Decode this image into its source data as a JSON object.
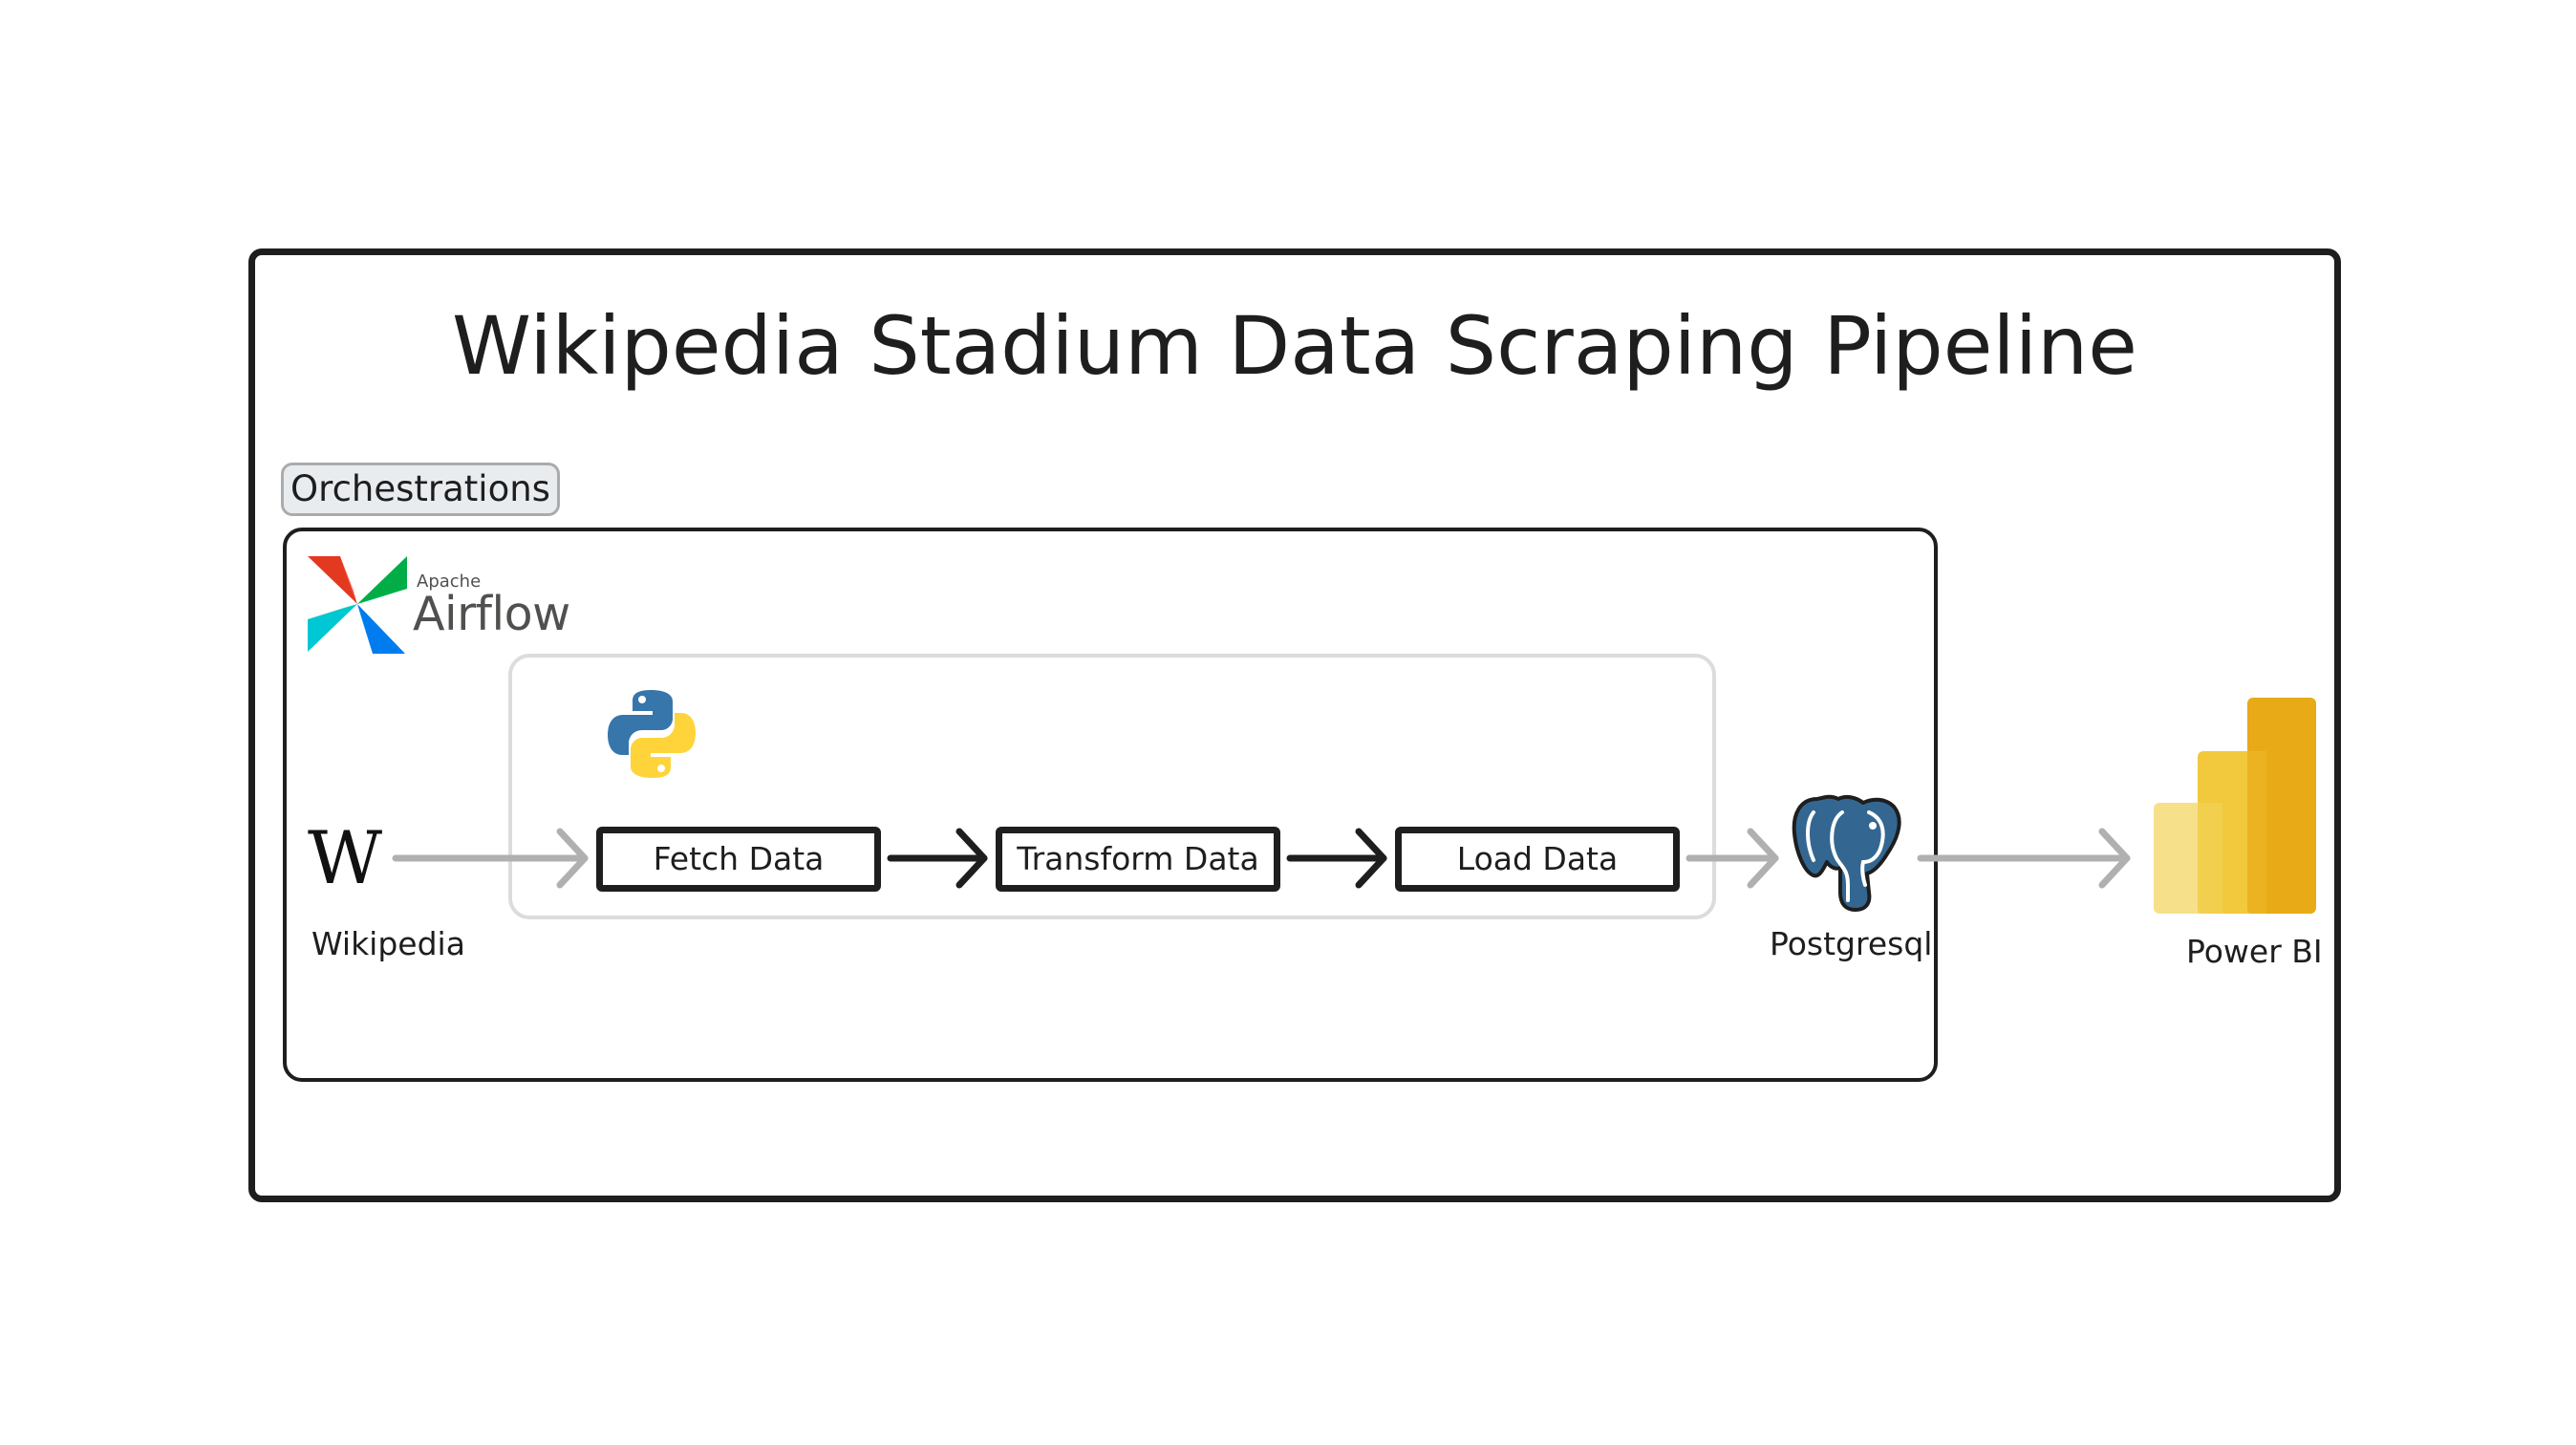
{
  "diagram": {
    "title": "Wikipedia Stadium Data Scraping Pipeline",
    "orchestration_label": "Orchestrations",
    "orchestrator": {
      "brand_small": "Apache",
      "brand_large": "Airflow"
    },
    "source": {
      "icon_letter": "W",
      "label": "Wikipedia"
    },
    "steps": [
      {
        "label": "Fetch Data"
      },
      {
        "label": "Transform Data"
      },
      {
        "label": "Load Data"
      }
    ],
    "database": {
      "label": "Postgresql"
    },
    "bi_tool": {
      "label": "Power BI"
    },
    "colors": {
      "stroke": "#1e1e1e",
      "connector_gray": "#b0b0b0",
      "python_blue": "#3776ab",
      "python_yellow": "#ffd43b",
      "postgres_blue": "#336791",
      "powerbi_dark": "#e8ab17",
      "powerbi_mid": "#f2c93c",
      "powerbi_light": "#f6e08a"
    }
  }
}
